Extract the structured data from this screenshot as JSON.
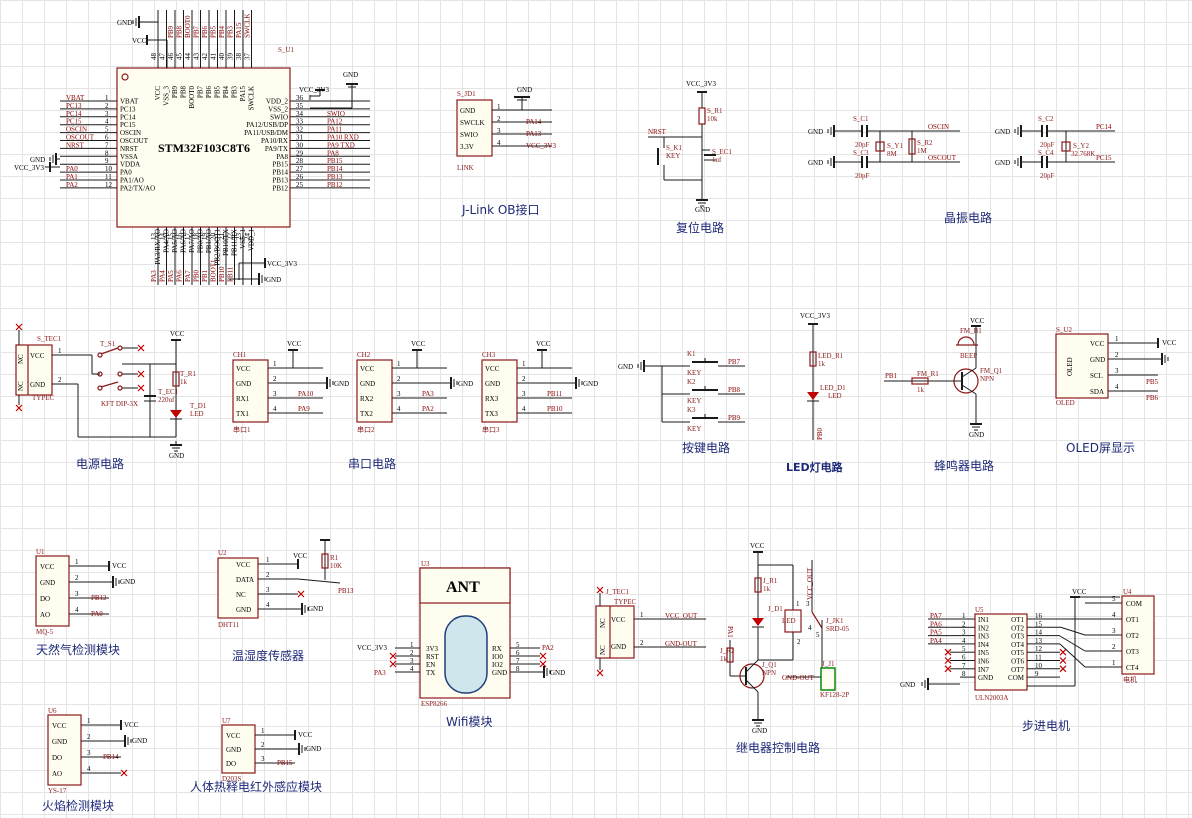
{
  "sections": {
    "jlink": "J-Link OB接口",
    "reset": "复位电路",
    "crystal": "晶振电路",
    "power": "电源电路",
    "uart": "串口电路",
    "keys": "按键电路",
    "led": "LED灯电路",
    "buzzer": "蜂鸣器电路",
    "oled": "OLED屏显示",
    "gas": "天然气检测模块",
    "dht": "温湿度传感器",
    "wifi": "Wifi模块",
    "relay": "继电器控制电路",
    "stepper": "步进电机",
    "flame": "火焰检测模块",
    "pir": "人体热释电红外感应模块"
  },
  "mcu": {
    "ref": "S_U1",
    "name": "STM32F103C8T6",
    "gnd": "GND",
    "vcc": "VCC",
    "vcc3v3": "VCC_3V3",
    "left": [
      {
        "num": "1",
        "pin": "VBAT",
        "net": "VBAT"
      },
      {
        "num": "2",
        "pin": "PC13",
        "net": "PC13"
      },
      {
        "num": "3",
        "pin": "PC14",
        "net": "PC14"
      },
      {
        "num": "4",
        "pin": "PC15",
        "net": "PC15"
      },
      {
        "num": "5",
        "pin": "OSCIN",
        "net": "OSCIN"
      },
      {
        "num": "6",
        "pin": "OSCOUT",
        "net": "OSCOUT"
      },
      {
        "num": "7",
        "pin": "NRST",
        "net": "NRST"
      },
      {
        "num": "8",
        "pin": "VSSA",
        "net": "GND"
      },
      {
        "num": "9",
        "pin": "VDDA",
        "net": "VCC_3V3"
      },
      {
        "num": "10",
        "pin": "PA0",
        "net": "PA0"
      },
      {
        "num": "11",
        "pin": "PA1/AO",
        "net": "PA1"
      },
      {
        "num": "12",
        "pin": "PA2/TX/AO",
        "net": "PA2"
      }
    ],
    "right": [
      {
        "num": "36",
        "pin": "VDD_2",
        "net": "VCC_3V3"
      },
      {
        "num": "35",
        "pin": "VSS_2",
        "net": ""
      },
      {
        "num": "34",
        "pin": "SWIO",
        "net": "SWIO"
      },
      {
        "num": "33",
        "pin": "PA12/USB/DP",
        "net": "PA12"
      },
      {
        "num": "32",
        "pin": "PA11/USB/DM",
        "net": "PA11"
      },
      {
        "num": "31",
        "pin": "PA10/RX",
        "net": "PA10_RXD"
      },
      {
        "num": "30",
        "pin": "PA9/TX",
        "net": "PA9_TXD"
      },
      {
        "num": "29",
        "pin": "PA8",
        "net": "PA8"
      },
      {
        "num": "28",
        "pin": "PB15",
        "net": "PB15"
      },
      {
        "num": "27",
        "pin": "PB14",
        "net": "PB14"
      },
      {
        "num": "26",
        "pin": "PB13",
        "net": "PB13"
      },
      {
        "num": "25",
        "pin": "PB12",
        "net": "PB12"
      }
    ],
    "top": [
      {
        "num": "48",
        "pin": "VCC",
        "net": ""
      },
      {
        "num": "47",
        "pin": "VSS_3",
        "net": ""
      },
      {
        "num": "46",
        "pin": "PB9",
        "net": "PB9"
      },
      {
        "num": "45",
        "pin": "PB8",
        "net": "PB8"
      },
      {
        "num": "44",
        "pin": "BOOT0",
        "net": "BOOT0"
      },
      {
        "num": "43",
        "pin": "PB7",
        "net": "PB7"
      },
      {
        "num": "42",
        "pin": "PB6",
        "net": "PB6"
      },
      {
        "num": "41",
        "pin": "PB5",
        "net": "PB5"
      },
      {
        "num": "40",
        "pin": "PB4",
        "net": "PB4"
      },
      {
        "num": "39",
        "pin": "PB3",
        "net": "PB3"
      },
      {
        "num": "38",
        "pin": "PA15",
        "net": "PA15"
      },
      {
        "num": "37",
        "pin": "SWCLK",
        "net": "SWCLK"
      }
    ],
    "bottom": [
      {
        "num": "13",
        "pin": "PA3/RX/AO",
        "net": "PA3"
      },
      {
        "num": "14",
        "pin": "PA4/AO",
        "net": "PA4"
      },
      {
        "num": "15",
        "pin": "PA5/AO",
        "net": "PA5"
      },
      {
        "num": "16",
        "pin": "PA6/AO",
        "net": "PA6"
      },
      {
        "num": "17",
        "pin": "PA7/AO",
        "net": "PA7"
      },
      {
        "num": "18",
        "pin": "PB0/AO",
        "net": "PB0"
      },
      {
        "num": "19",
        "pin": "PB1/AO",
        "net": "PB1"
      },
      {
        "num": "20",
        "pin": "PB2/BOOT1",
        "net": "BOOT1"
      },
      {
        "num": "21",
        "pin": "PB10/TX",
        "net": "PB10"
      },
      {
        "num": "22",
        "pin": "PB11/RX",
        "net": "PB11"
      },
      {
        "num": "23",
        "pin": "VSS_1",
        "net": ""
      },
      {
        "num": "24",
        "pin": "VDD_1",
        "net": ""
      }
    ]
  },
  "jlink": {
    "ref": "S_JD1",
    "name": "LINK",
    "gnd": "GND",
    "vcc": "VCC_3V3",
    "pins": [
      {
        "num": "1",
        "pin": "GND",
        "net": ""
      },
      {
        "num": "2",
        "pin": "SWCLK",
        "net": "PA14"
      },
      {
        "num": "3",
        "pin": "SWIO",
        "net": "PA13"
      },
      {
        "num": "4",
        "pin": "3.3V",
        "net": "VCC_3V3"
      }
    ]
  },
  "reset": {
    "vcc": "VCC_3V3",
    "r": "S_R1",
    "rv": "10k",
    "k": "S_K1",
    "kv": "KEY",
    "c": "S_EC1",
    "cv": "1uf",
    "net": "NRST",
    "gnd": "GND"
  },
  "crystal": {
    "c1": "S_C1",
    "c3": "S_C3",
    "cv": "20pF",
    "y1": "S_Y1",
    "y1v": "8M",
    "r2": "S_R2",
    "r2v": "1M",
    "osc_in": "OSCIN",
    "osc_out": "OSCOUT",
    "c2": "S_C2",
    "c4": "S_C4",
    "y2": "S_Y2",
    "y2v": "32.768K",
    "pc14": "PC14",
    "pc15": "PC15",
    "gnd": "GND"
  },
  "power": {
    "tec": "S_TEC1",
    "tec_type": "TYPEC",
    "nc": "NC",
    "vcc_pin": "VCC",
    "gnd_pin": "GND",
    "sw": "T_S1",
    "sw_type": "KFT DIP-3X",
    "r": "T_R1",
    "rv": "1k",
    "c": "T_EC1",
    "cv": "220uf",
    "d": "T_D1",
    "dv": "LED",
    "vcc": "VCC",
    "gnd": "GND"
  },
  "uart": [
    {
      "ch": "CH1",
      "name": "串口1",
      "tx": "TX1",
      "rx": "RX1",
      "n_rx": "PA10",
      "n_tx": "PA9"
    },
    {
      "ch": "CH2",
      "name": "串口2",
      "tx": "TX2",
      "rx": "RX2",
      "n_rx": "PA3",
      "n_tx": "PA2"
    },
    {
      "ch": "CH3",
      "name": "串口3",
      "tx": "TX3",
      "rx": "RX3",
      "n_rx": "PB11",
      "n_tx": "PB10"
    }
  ],
  "uart_common": {
    "vcc": "VCC",
    "gnd": "GND"
  },
  "keys": [
    {
      "ref": "K1",
      "v": "KEY",
      "net": "PB7"
    },
    {
      "ref": "K2",
      "v": "KEY",
      "net": "PB8"
    },
    {
      "ref": "K3",
      "v": "KEY",
      "net": "PB9"
    }
  ],
  "keys_common": {
    "gnd": "GND"
  },
  "led": {
    "vcc": "VCC_3V3",
    "r": "LED_R1",
    "rv": "1k",
    "d": "LED_D1",
    "dv": "LED",
    "net": "PB0"
  },
  "buzzer": {
    "vcc": "VCC",
    "b": "FM_B1",
    "bv": "BEEP",
    "r": "FM_R1",
    "rv": "1k",
    "q": "FM_Q1",
    "qv": "NPN",
    "net": "PB1",
    "gnd": "GND"
  },
  "oled": {
    "ref": "S_U2",
    "name": "OLED",
    "label": "OLED",
    "pins": [
      {
        "num": "1",
        "pin": "VCC",
        "net": "VCC"
      },
      {
        "num": "2",
        "pin": "GND",
        "net": "GND"
      },
      {
        "num": "3",
        "pin": "SCL",
        "net": "PB5"
      },
      {
        "num": "4",
        "pin": "SDA",
        "net": "PB6"
      }
    ]
  },
  "gas": {
    "ref": "U1",
    "name": "MQ-5",
    "pins": [
      {
        "num": "1",
        "pin": "VCC",
        "net": "VCC"
      },
      {
        "num": "2",
        "pin": "GND",
        "net": "GND"
      },
      {
        "num": "3",
        "pin": "DO",
        "net": "PB12"
      },
      {
        "num": "4",
        "pin": "AO",
        "net": "PA0"
      }
    ]
  },
  "dht": {
    "ref": "U2",
    "name": "DHT11",
    "r": "R1",
    "rv": "10K",
    "pins": [
      {
        "num": "1",
        "pin": "VCC",
        "net": "VCC"
      },
      {
        "num": "2",
        "pin": "DATA",
        "net": "PB13"
      },
      {
        "num": "3",
        "pin": "NC",
        "net": ""
      },
      {
        "num": "4",
        "pin": "GND",
        "net": "GND"
      }
    ]
  },
  "wifi": {
    "ref": "U3",
    "name": "ESP8266",
    "ant": "ANT",
    "vcc": "VCC_3V3",
    "gnd": "GND",
    "left": [
      {
        "num": "1",
        "pin": "3V3",
        "net": "VCC_3V3"
      },
      {
        "num": "2",
        "pin": "RST",
        "net": ""
      },
      {
        "num": "3",
        "pin": "EN",
        "net": ""
      },
      {
        "num": "4",
        "pin": "TX",
        "net": "PA3"
      }
    ],
    "right": [
      {
        "num": "5",
        "pin": "RX",
        "net": "PA2"
      },
      {
        "num": "6",
        "pin": "IO0",
        "net": ""
      },
      {
        "num": "7",
        "pin": "IO2",
        "net": ""
      },
      {
        "num": "8",
        "pin": "GND",
        "net": "GND"
      }
    ]
  },
  "tec2": {
    "ref": "J_TEC1",
    "type": "TYPEC",
    "nc": "NC",
    "vcc_pin": "VCC",
    "gnd_pin": "GND",
    "vcc_out": "VCC_OUT",
    "gnd_out": "GND-OUT"
  },
  "relay": {
    "vcc": "VCC",
    "r1": "J_R1",
    "r1v": "1k",
    "d1": "J_D1",
    "d1v": "LED",
    "pa1": "PA1",
    "r2": "J_R2",
    "r2v": "1k",
    "q": "J_Q1",
    "qv": "NPN",
    "jk": "J_JK1",
    "jkv": "SRD-05",
    "j1": "J_J1",
    "j1v": "KF128-2P",
    "vcc_out": "VCC_OUT",
    "gnd_out": "GND-OUT",
    "gnd": "GND",
    "pins": [
      "1",
      "2",
      "3",
      "4",
      "5"
    ]
  },
  "stepper": {
    "ref": "U5",
    "name": "ULN2003A",
    "vcc": "VCC",
    "gnd": "GND",
    "motor_ref": "U4",
    "motor_name": "电机",
    "left": [
      {
        "num": "1",
        "pin": "IN1",
        "net": "PA7"
      },
      {
        "num": "2",
        "pin": "IN2",
        "net": "PA6"
      },
      {
        "num": "3",
        "pin": "IN3",
        "net": "PA5"
      },
      {
        "num": "4",
        "pin": "IN4",
        "net": "PA4"
      },
      {
        "num": "5",
        "pin": "IN5",
        "net": ""
      },
      {
        "num": "6",
        "pin": "IN6",
        "net": ""
      },
      {
        "num": "7",
        "pin": "IN7",
        "net": ""
      },
      {
        "num": "8",
        "pin": "GND",
        "net": "GND"
      }
    ],
    "right": [
      {
        "num": "16",
        "pin": "OT1"
      },
      {
        "num": "15",
        "pin": "OT2"
      },
      {
        "num": "14",
        "pin": "OT3"
      },
      {
        "num": "13",
        "pin": "OT4"
      },
      {
        "num": "12",
        "pin": "OT5"
      },
      {
        "num": "11",
        "pin": "OT6"
      },
      {
        "num": "10",
        "pin": "OT7"
      },
      {
        "num": "9",
        "pin": "COM"
      }
    ],
    "motor": [
      {
        "num": "5",
        "pin": "COM"
      },
      {
        "num": "4",
        "pin": "OT1"
      },
      {
        "num": "3",
        "pin": "OT2"
      },
      {
        "num": "2",
        "pin": "OT3"
      },
      {
        "num": "1",
        "pin": "CT4"
      }
    ]
  },
  "flame": {
    "ref": "U6",
    "name": "YS-17",
    "pins": [
      {
        "num": "1",
        "pin": "VCC",
        "net": "VCC"
      },
      {
        "num": "2",
        "pin": "GND",
        "net": "GND"
      },
      {
        "num": "3",
        "pin": "DO",
        "net": "PB14"
      },
      {
        "num": "4",
        "pin": "AO",
        "net": ""
      }
    ]
  },
  "pir": {
    "ref": "U7",
    "name": "D203S",
    "pins": [
      {
        "num": "1",
        "pin": "VCC",
        "net": "VCC"
      },
      {
        "num": "2",
        "pin": "GND",
        "net": "GND"
      },
      {
        "num": "3",
        "pin": "DO",
        "net": "PB15"
      }
    ]
  }
}
